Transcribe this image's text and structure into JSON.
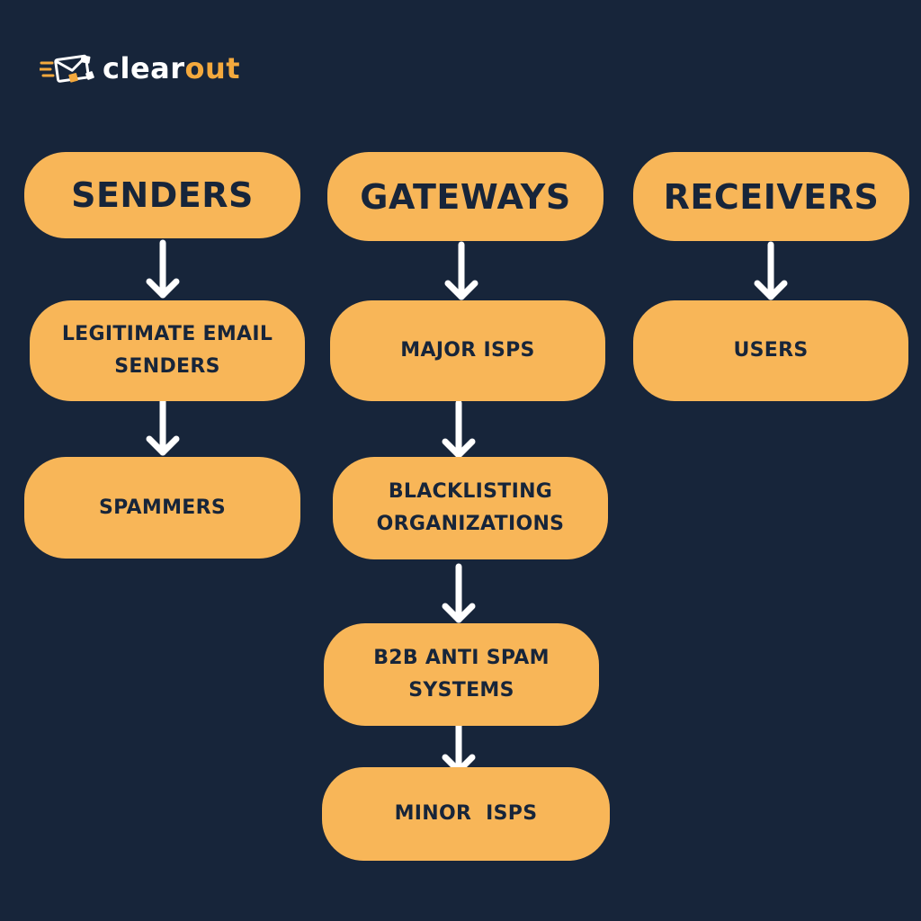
{
  "brand": {
    "logo_clear": "clear",
    "logo_out": "out",
    "logo_icon": "envelope-speed-icon",
    "accent_color": "#f4a93d"
  },
  "colors": {
    "background": "#17253a",
    "box_fill": "#f8b658",
    "text": "#17253a",
    "arrow": "#ffffff"
  },
  "columns": {
    "senders": {
      "header": "SENDERS",
      "nodes": [
        "LEGITIMATE EMAIL SENDERS",
        "SPAMMERS"
      ]
    },
    "gateways": {
      "header": "GATEWAYS",
      "nodes": [
        "MAJOR ISPS",
        "BLACKLISTING ORGANIZATIONS",
        "B2B ANTI SPAM SYSTEMS",
        "MINOR  ISPS"
      ]
    },
    "receivers": {
      "header": "RECEIVERS",
      "nodes": [
        "USERS"
      ]
    }
  }
}
